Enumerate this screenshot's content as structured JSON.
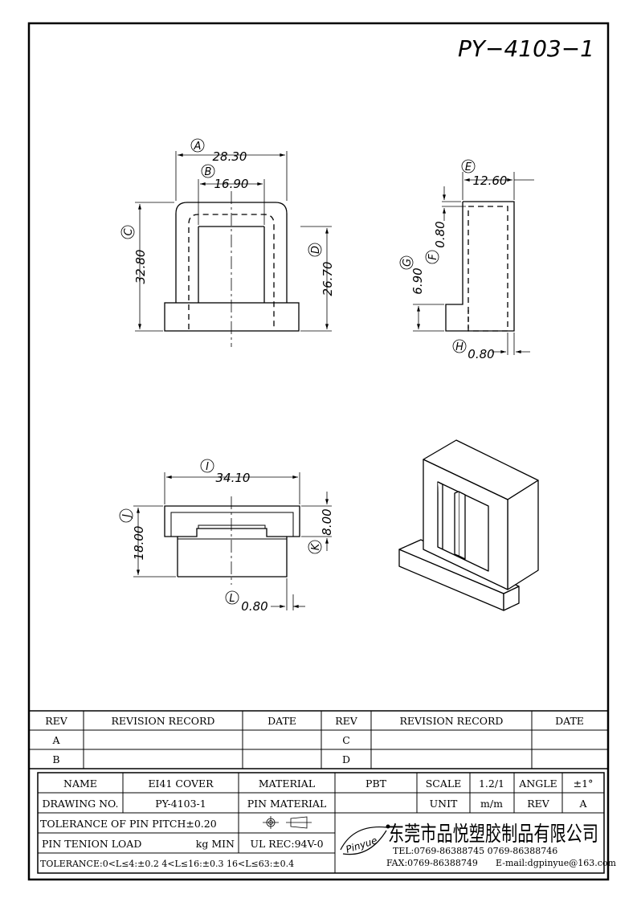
{
  "drawing_number": "PY−4103−1",
  "dimensions": {
    "A": {
      "letter": "A",
      "value": "28.30"
    },
    "B": {
      "letter": "B",
      "value": "16.90"
    },
    "C": {
      "letter": "C",
      "value": "32.80"
    },
    "D": {
      "letter": "D",
      "value": "26.70"
    },
    "E": {
      "letter": "E",
      "value": "12.60"
    },
    "F": {
      "letter": "F",
      "value": "0.80"
    },
    "G": {
      "letter": "G",
      "value": "6.90"
    },
    "H": {
      "letter": "H",
      "value": "0.80"
    },
    "I": {
      "letter": "I",
      "value": "34.10"
    },
    "J": {
      "letter": "J",
      "value": "18.00"
    },
    "K": {
      "letter": "K",
      "value": "8.00"
    },
    "L": {
      "letter": "L",
      "value": "0.80"
    }
  },
  "revision_table": {
    "headers": [
      "REV",
      "REVISION RECORD",
      "DATE",
      "REV",
      "REVISION RECORD",
      "DATE"
    ],
    "left_revs": [
      "A",
      "B"
    ],
    "right_revs": [
      "C",
      "D"
    ]
  },
  "title_block": {
    "name_label": "NAME",
    "name_value": "EI41 COVER",
    "material_label": "MATERIAL",
    "material_value": "PBT",
    "scale_label": "SCALE",
    "scale_value": "1.2/1",
    "angle_label": "ANGLE",
    "angle_value": "±1°",
    "drawing_no_label": "DRAWING NO.",
    "drawing_no_value": "PY-4103-1",
    "pin_material_label": "PIN MATERIAL",
    "unit_label": "UNIT",
    "unit_value": "m/m",
    "rev_label": "REV",
    "rev_value": "A",
    "tolerance_pitch": "TOLERANCE OF PIN PITCH±0.20",
    "pin_tension": "PIN TENION LOAD",
    "kg_min": "kg MIN",
    "ul_rec": "UL REC:94V-0",
    "tolerance_line": "TOLERANCE:0<L≤4:±0.2  4<L≤16:±0.3  16<L≤63:±0.4",
    "logo_text": "Pinyue",
    "company_name": "东莞市品悦塑胶制品有限公司",
    "tel": "TEL:0769-86388745    0769-86388746",
    "fax": "FAX:0769-86388749",
    "email": "E-mail:dgpinyue@163.com"
  }
}
